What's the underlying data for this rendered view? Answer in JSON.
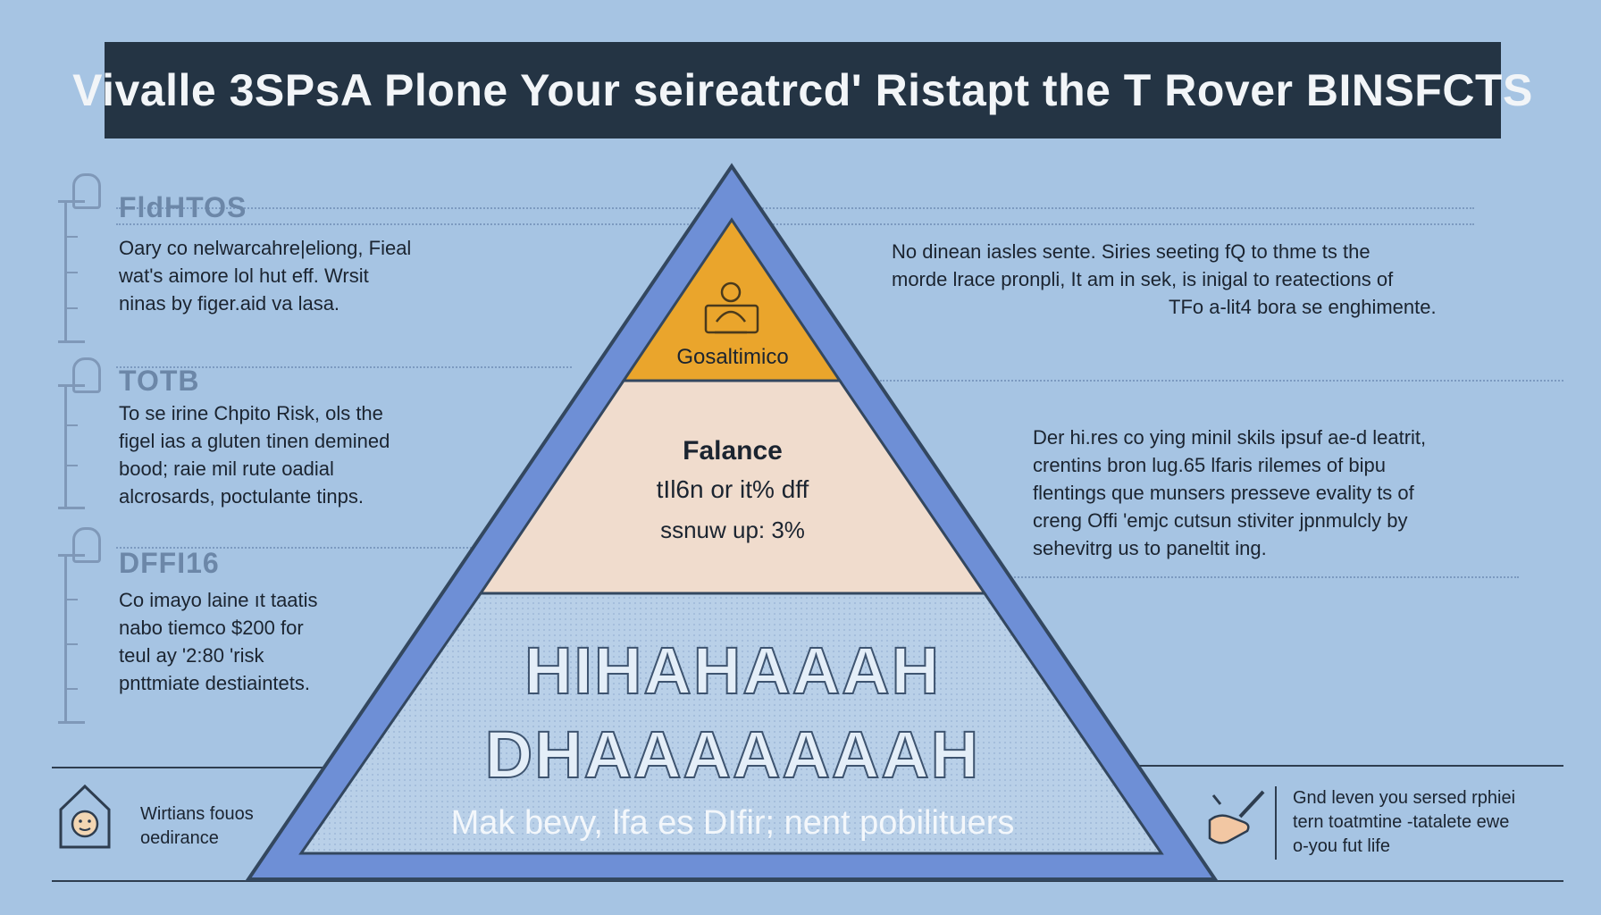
{
  "title": "Vivalle 3SPsA Plone Your seireatrcd' Ristapt the T Rover BINSFCTS",
  "left_sections": [
    {
      "heading": "FldHTOS",
      "lines": [
        "Oary co nelwarcahre|eliong, Fieal",
        "wat's aimore lol hut eff. Wrsit",
        "ninas by figer.aid va lasa."
      ]
    },
    {
      "heading": "TOTB",
      "lines": [
        "To se irine  Chpito Risk, ols the",
        "figel ias a gluten tinen demined",
        "bood; raie mil rute oadial",
        "alcrosards, poctulante tinps."
      ]
    },
    {
      "heading": "DFFI16",
      "lines": [
        "Co imayo laine ıt taatis",
        "nabo tiemco $200  for",
        "teul ay '2:80 'risk",
        "pnttmiate destiaintets."
      ]
    }
  ],
  "right_blocks": [
    {
      "lines": [
        "No dinean iasles sente. Siries seeting fQ to thme ts the",
        "morde lrace pronpli, It am in sek, is inigal to reatections of",
        "TFo a-lit4 bora se enghimente."
      ]
    },
    {
      "lines": [
        "Der hi.res co ying minil skils ipsuf ae-d leatrit,",
        "crentins bron lug.65 lfaris rilemes of bipu",
        "flentings que munsers presseve evality ts of",
        "creng Offi 'emjc cutsun stiviter jpnmulcly by",
        "sehevitrg us to paneltit ing."
      ]
    }
  ],
  "pyramid": {
    "top_label": "Gosaltimico",
    "middle_title": "Falance",
    "middle_line1": "tIl6n or it% dff",
    "middle_line2": "ssnuw up: 3%",
    "base_line1": "HIHAHAAAH",
    "base_line2": "DHAAAAAAAH",
    "base_caption": "Mak bevy, lfa es DIfir; nent pobilituers",
    "colors": {
      "outer": "#6e8fd6",
      "top": "#eaa52c",
      "middle": "#f0dccd",
      "base": "#b9d0e8",
      "outline": "#33475f"
    }
  },
  "footer_left": {
    "icon": "house-face-icon",
    "lines": [
      "Wirtians fouos",
      "oedirance"
    ]
  },
  "footer_right": {
    "icon": "hand-check-icon",
    "lines": [
      "Gnd leven you sersed rphiei",
      "tern toatmtine -tatalete ewe",
      "o-you fut life"
    ]
  },
  "icons": {
    "top_tier": "person-at-desk-icon",
    "ruler": "ruler-icon"
  }
}
